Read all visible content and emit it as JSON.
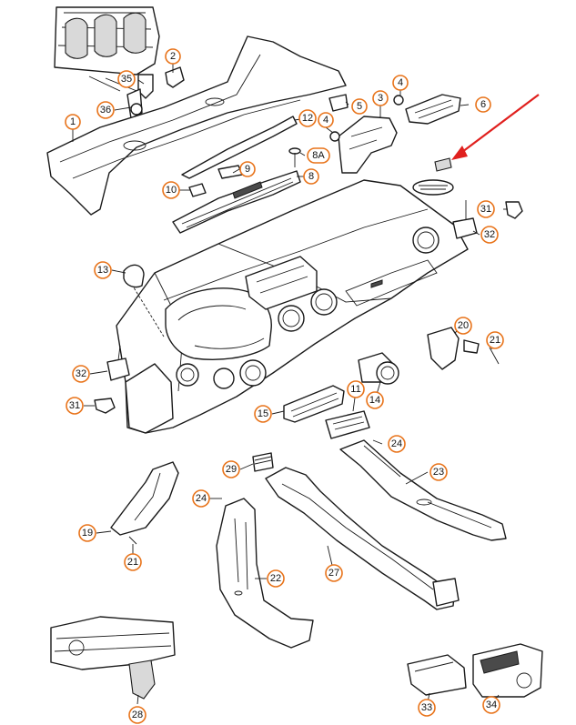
{
  "colors": {
    "callout_border": "#e8731a",
    "arrow": "#e0201e",
    "line": "#1a1a1a"
  },
  "callouts": [
    {
      "id": "c1",
      "label": "1"
    },
    {
      "id": "c2",
      "label": "2"
    },
    {
      "id": "c3",
      "label": "3"
    },
    {
      "id": "c4a",
      "label": "4"
    },
    {
      "id": "c4b",
      "label": "4"
    },
    {
      "id": "c5",
      "label": "5"
    },
    {
      "id": "c6",
      "label": "6"
    },
    {
      "id": "c8",
      "label": "8"
    },
    {
      "id": "c8a",
      "label": "8A"
    },
    {
      "id": "c9",
      "label": "9"
    },
    {
      "id": "c10",
      "label": "10"
    },
    {
      "id": "c11",
      "label": "11"
    },
    {
      "id": "c12",
      "label": "12"
    },
    {
      "id": "c13",
      "label": "13"
    },
    {
      "id": "c14",
      "label": "14"
    },
    {
      "id": "c15",
      "label": "15"
    },
    {
      "id": "c19",
      "label": "19"
    },
    {
      "id": "c20",
      "label": "20"
    },
    {
      "id": "c21a",
      "label": "21"
    },
    {
      "id": "c21b",
      "label": "21"
    },
    {
      "id": "c22",
      "label": "22"
    },
    {
      "id": "c23",
      "label": "23"
    },
    {
      "id": "c24a",
      "label": "24"
    },
    {
      "id": "c24b",
      "label": "24"
    },
    {
      "id": "c27",
      "label": "27"
    },
    {
      "id": "c28",
      "label": "28"
    },
    {
      "id": "c29",
      "label": "29"
    },
    {
      "id": "c31a",
      "label": "31"
    },
    {
      "id": "c31b",
      "label": "31"
    },
    {
      "id": "c32a",
      "label": "32"
    },
    {
      "id": "c32b",
      "label": "32"
    },
    {
      "id": "c33",
      "label": "33"
    },
    {
      "id": "c34",
      "label": "34"
    },
    {
      "id": "c35",
      "label": "35"
    },
    {
      "id": "c36",
      "label": "36"
    }
  ]
}
